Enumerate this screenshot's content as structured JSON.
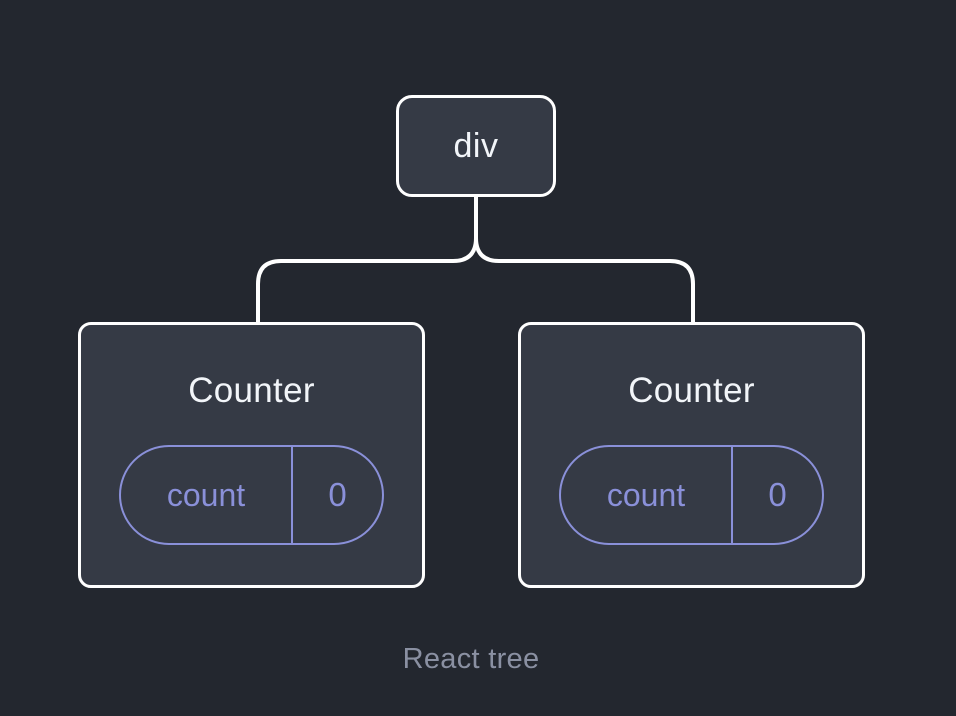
{
  "diagram": {
    "root_node": {
      "label": "div"
    },
    "children": [
      {
        "title": "Counter",
        "state": {
          "key": "count",
          "value": "0"
        }
      },
      {
        "title": "Counter",
        "state": {
          "key": "count",
          "value": "0"
        }
      }
    ],
    "caption": "React tree"
  },
  "colors": {
    "background": "#23272f",
    "node_fill": "#353a45",
    "node_border": "#ffffff",
    "text_white": "#f2f5f9",
    "accent_purple": "#8a90d9",
    "caption_gray": "#8a90a2"
  }
}
